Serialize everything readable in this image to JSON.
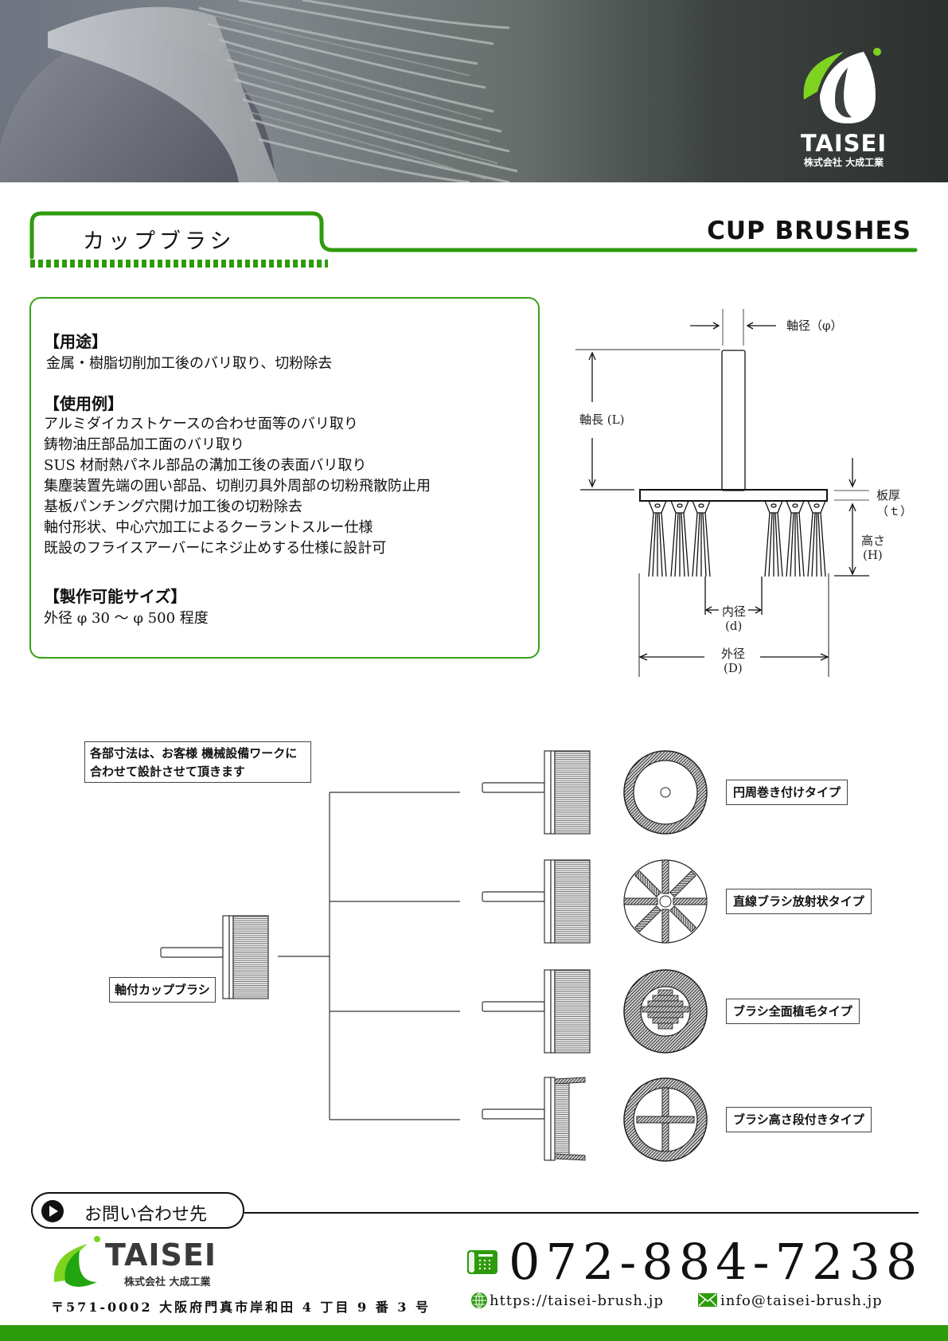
{
  "hero": {
    "logo_wordmark": "TAISEI",
    "logo_company": "株式会社 大成工業"
  },
  "title": {
    "jp": "カップブラシ",
    "en": "CUP BRUSHES"
  },
  "info": {
    "usage_heading": "【用途】",
    "usage_lines": [
      "金属・樹脂切削加工後のバリ取り、切粉除去"
    ],
    "examples_heading": "【使用例】",
    "examples_lines": [
      "アルミダイカストケースの合わせ面等のバリ取り",
      "鋳物油圧部品加工面のバリ取り",
      "SUS 材耐熱パネル部品の溝加工後の表面バリ取り",
      "集塵装置先端の囲い部品、切削刃具外周部の切粉飛散防止用",
      "基板パンチング穴開け加工後の切粉除去",
      "軸付形状、中心穴加工によるクーラントスルー仕様",
      "既設のフライスアーバーにネジ止めする仕様に設計可"
    ],
    "size_heading": "【製作可能サイズ】",
    "size_lines": [
      "外径 φ 30 ～ φ 500 程度"
    ]
  },
  "dimension_diagram": {
    "shaft_diameter": "軸径（φ）",
    "shaft_length": "軸長 (L)",
    "plate_thickness_1": "板厚",
    "plate_thickness_2": "（ｔ）",
    "height_1": "高さ",
    "height_2": "(H)",
    "inner_diameter_1": "内径",
    "inner_diameter_2": "(d)",
    "outer_diameter_1": "外径",
    "outer_diameter_2": "(D)"
  },
  "variants": {
    "note": [
      "各部寸法は、お客様 機械設備ワークに",
      "合わせて設計させて頂きます"
    ],
    "base_label": "軸付カップブラシ",
    "types": [
      {
        "label": "円周巻き付けタイプ"
      },
      {
        "label": "直線ブラシ放射状タイプ"
      },
      {
        "label": "ブラシ全面植毛タイプ"
      },
      {
        "label": "ブラシ高さ段付きタイプ"
      }
    ]
  },
  "contact": {
    "heading": "お問い合わせ先",
    "logo_wordmark": "TAISEI",
    "logo_company": "株式会社 大成工業",
    "address": "〒571-0002 大阪府門真市岸和田 4 丁目 9 番 3 号",
    "phone": "072-884-7238",
    "website": "https://taisei-brush.jp",
    "email": "info@taisei-brush.jp"
  },
  "colors": {
    "brand_green": "#2e9b0d",
    "logo_lime": "#7ed321",
    "text": "#111111"
  }
}
